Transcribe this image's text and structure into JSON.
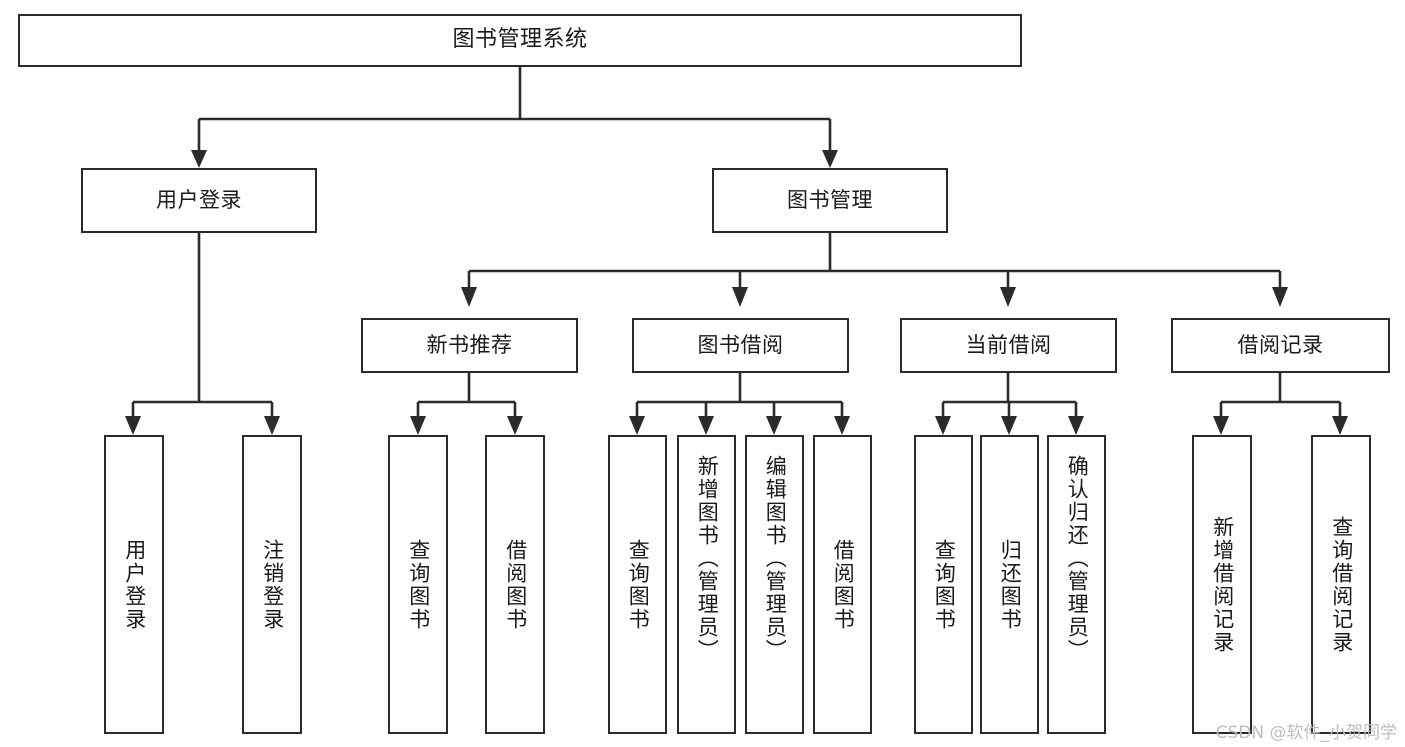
{
  "diagram": {
    "type": "tree",
    "title": "图书管理系统",
    "orientation": "top-down",
    "colors": {
      "stroke": "#2b2b2b",
      "fill": "#ffffff",
      "text": "#1a1a1a",
      "watermark": "#bdbdbd"
    },
    "root": {
      "label": "图书管理系统"
    },
    "level2": [
      {
        "label": "用户登录"
      },
      {
        "label": "图书管理"
      }
    ],
    "level3": [
      {
        "label": "新书推荐"
      },
      {
        "label": "图书借阅"
      },
      {
        "label": "当前借阅"
      },
      {
        "label": "借阅记录"
      }
    ],
    "leaves": {
      "user_login": [
        {
          "label": "用户登录"
        },
        {
          "label": "注销登录"
        }
      ],
      "new_book_recommend": [
        {
          "label": "查询图书"
        },
        {
          "label": "借阅图书"
        }
      ],
      "book_borrow": [
        {
          "label": "查询图书"
        },
        {
          "label": "新增图书（管理员）"
        },
        {
          "label": "编辑图书（管理员）"
        },
        {
          "label": "借阅图书"
        }
      ],
      "current_borrow": [
        {
          "label": "查询图书"
        },
        {
          "label": "归还图书"
        },
        {
          "label": "确认归还（管理员）"
        }
      ],
      "borrow_record": [
        {
          "label": "新增借阅记录"
        },
        {
          "label": "查询借阅记录"
        }
      ]
    }
  },
  "watermark": {
    "text": "CSDN @软件_小贺同学"
  }
}
